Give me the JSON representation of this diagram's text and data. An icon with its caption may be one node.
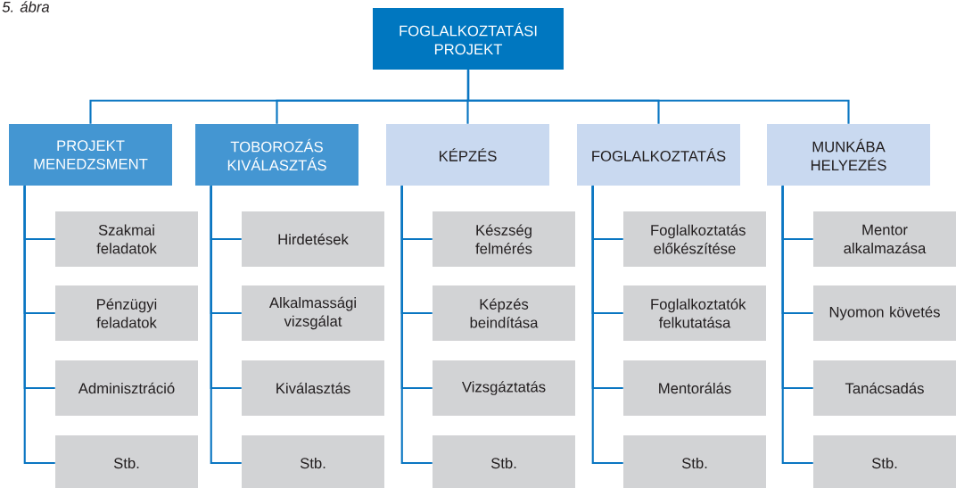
{
  "diagram": {
    "caption": "5. ábra",
    "nodes": [
      {
        "text": [
          "FOGLALKOZTATÁSI PROJEKT"
        ]
      },
      {
        "text": [
          "PROJEKT MENEDZSMENT"
        ]
      },
      {
        "text": [
          "TOBOROZÁS KIVÁLASZTÁS"
        ]
      },
      {
        "text": [
          "KÉPZÉS"
        ]
      },
      {
        "text": [
          "FOGLALKOZTATÁS"
        ]
      },
      {
        "text": [
          "MUNKÁBA HELYEZÉS"
        ]
      },
      {
        "text": [
          "Szakmai feladatok"
        ]
      },
      {
        "text": [
          "Pénzügyi feladatok"
        ]
      },
      {
        "text": [
          "Adminisztráció"
        ]
      },
      {
        "text": [
          "Stb."
        ]
      },
      {
        "text": [
          "Hirdetések"
        ]
      },
      {
        "text": [
          "Alkalmassági vizsgálat"
        ]
      },
      {
        "text": [
          "Kiválasztás"
        ]
      },
      {
        "text": [
          "Stb."
        ]
      },
      {
        "text": [
          "Készség felmérés"
        ]
      },
      {
        "text": [
          "Képzés beindítása"
        ]
      },
      {
        "text": [
          "Vizsgáztatás"
        ]
      },
      {
        "text": [
          "Stb."
        ]
      },
      {
        "text": [
          "Foglalkoztatás előkészítése"
        ]
      },
      {
        "text": [
          "Foglalkoztatók felkutatása"
        ]
      },
      {
        "text": [
          "Mentorálás"
        ]
      },
      {
        "text": [
          "Stb."
        ]
      },
      {
        "text": [
          "Mentor alkalmazása"
        ]
      },
      {
        "text": [
          "Nyomon követés"
        ]
      },
      {
        "text": [
          "Tanácsadás"
        ]
      },
      {
        "text": [
          "Stb."
        ]
      }
    ],
    "edges": [
      {
        "from": 0,
        "to": 1,
        "arrow": "none"
      },
      {
        "from": 0,
        "to": 2,
        "arrow": "none"
      },
      {
        "from": 0,
        "to": 3,
        "arrow": "none"
      },
      {
        "from": 0,
        "to": 4,
        "arrow": "none"
      },
      {
        "from": 0,
        "to": 5,
        "arrow": "none"
      },
      {
        "from": 1,
        "to": 6,
        "arrow": "none"
      },
      {
        "from": 1,
        "to": 7,
        "arrow": "none"
      },
      {
        "from": 1,
        "to": 8,
        "arrow": "none"
      },
      {
        "from": 1,
        "to": 9,
        "arrow": "none"
      },
      {
        "from": 2,
        "to": 10,
        "arrow": "none"
      },
      {
        "from": 2,
        "to": 11,
        "arrow": "none"
      },
      {
        "from": 2,
        "to": 12,
        "arrow": "none"
      },
      {
        "from": 2,
        "to": 13,
        "arrow": "none"
      },
      {
        "from": 3,
        "to": 14,
        "arrow": "none"
      },
      {
        "from": 3,
        "to": 15,
        "arrow": "none"
      },
      {
        "from": 3,
        "to": 16,
        "arrow": "none"
      },
      {
        "from": 3,
        "to": 17,
        "arrow": "none"
      },
      {
        "from": 4,
        "to": 18,
        "arrow": "none"
      },
      {
        "from": 4,
        "to": 19,
        "arrow": "none"
      },
      {
        "from": 4,
        "to": 20,
        "arrow": "none"
      },
      {
        "from": 4,
        "to": 21,
        "arrow": "none"
      },
      {
        "from": 5,
        "to": 22,
        "arrow": "none"
      },
      {
        "from": 5,
        "to": 23,
        "arrow": "none"
      },
      {
        "from": 5,
        "to": 24,
        "arrow": "none"
      },
      {
        "from": 5,
        "to": 25,
        "arrow": "none"
      }
    ]
  }
}
